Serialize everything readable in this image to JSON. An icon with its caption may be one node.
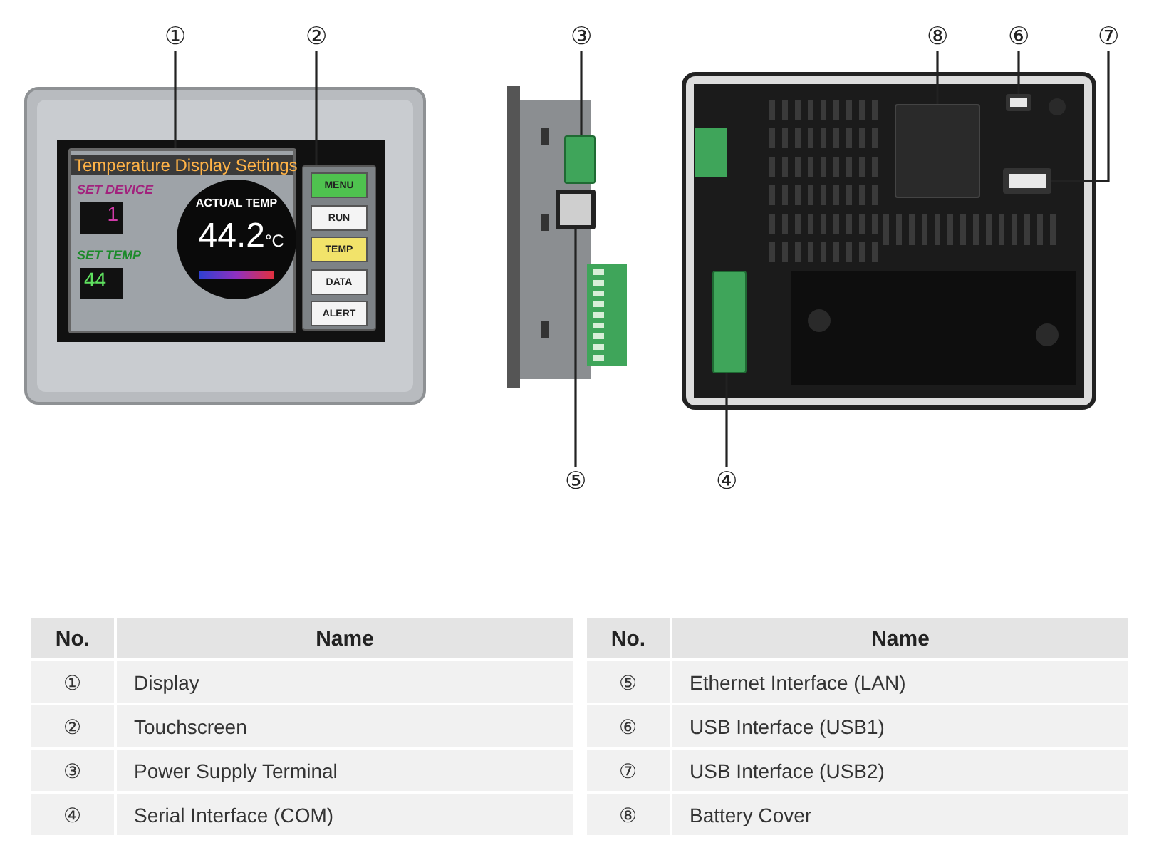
{
  "diagram": {
    "nodes": [
      {
        "text": [
          "①"
        ]
      },
      {
        "text": [
          "②"
        ]
      },
      {
        "text": [
          "③"
        ]
      },
      {
        "text": [
          "⑧"
        ]
      },
      {
        "text": [
          "⑥"
        ]
      },
      {
        "text": [
          "⑦"
        ]
      },
      {
        "text": [
          "⑤"
        ]
      },
      {
        "text": [
          "④"
        ]
      },
      {
        "text": [],
        "shape": "box"
      },
      {
        "text": [],
        "shape": "box"
      },
      {
        "text": [],
        "shape": "box"
      },
      {
        "text": [],
        "shape": "box"
      },
      {
        "text": [],
        "shape": "box"
      },
      {
        "text": [],
        "shape": "box"
      },
      {
        "text": [],
        "shape": "box"
      },
      {
        "text": [],
        "shape": "box"
      }
    ],
    "edges": [
      {
        "from": 0,
        "to": 8,
        "arrow": "none"
      },
      {
        "from": 1,
        "to": 9,
        "arrow": "none"
      },
      {
        "from": 2,
        "to": 10,
        "arrow": "none"
      },
      {
        "from": 3,
        "to": 11,
        "arrow": "none"
      },
      {
        "from": 4,
        "to": 12,
        "arrow": "none"
      },
      {
        "from": 5,
        "to": 13,
        "arrow": "none"
      },
      {
        "from": 6,
        "to": 14,
        "arrow": "none"
      },
      {
        "from": 7,
        "to": 15,
        "arrow": "none"
      }
    ],
    "labels": [
      "Temperature Display Settings",
      "SET DEVICE",
      "1",
      "ACTUAL TEMP",
      "44.2",
      "°C",
      "SET TEMP",
      "44",
      "MENU",
      "RUN",
      "TEMP",
      "DATA",
      "ALERT",
      "No.",
      "Name",
      "①",
      "Display",
      "②",
      "Touchscreen",
      "③",
      "Power Supply Terminal",
      "④",
      "Serial Interface (COM)",
      "No.",
      "Name",
      "⑤",
      "Ethernet Interface (LAN)",
      "⑥",
      "USB Interface (USB1)",
      "⑦",
      "USB Interface (USB2)",
      "⑧",
      "Battery Cover"
    ]
  }
}
